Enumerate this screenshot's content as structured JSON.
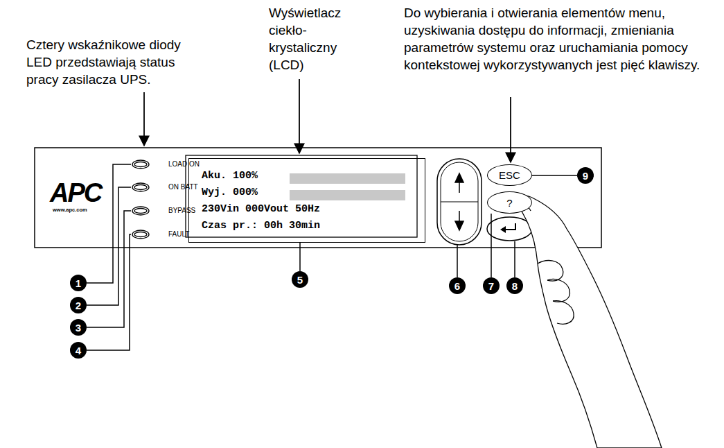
{
  "diagram": {
    "nodes": [
      {
        "text": [
          "Aku. 100%",
          "Wyj. 000%",
          "230Vin 000Vout 50Hz",
          "Czas pr.: 00h 30min"
        ]
      },
      {
        "text": [
          "ESC"
        ]
      },
      {
        "text": [
          "?"
        ]
      },
      {
        "text": [
          "1"
        ]
      },
      {
        "text": [
          "2"
        ]
      },
      {
        "text": [
          "3"
        ]
      },
      {
        "text": [
          "4"
        ]
      },
      {
        "text": [
          "5"
        ]
      },
      {
        "text": [
          "6"
        ]
      },
      {
        "text": [
          "7"
        ]
      },
      {
        "text": [
          "8"
        ]
      },
      {
        "text": [
          "9"
        ]
      }
    ],
    "edges": [
      {
        "from": 7,
        "to": 0,
        "arrow": "none"
      },
      {
        "from": 9,
        "to": 2,
        "arrow": "none"
      },
      {
        "from": 11,
        "to": 1,
        "arrow": "none"
      }
    ],
    "labels": [
      "Cztery wskaźnikowe diody LED przedstawiają status pracy zasilacza UPS.",
      "Wyświetlacz ciekło- krystaliczny (LCD)",
      "Do wybierania i otwierania elementów menu, uzyskiwania dostępu do informacji, zmieniania parametrów systemu oraz uruchamiania pomocy kontekstowej wykorzystywanych jest pięć klawiszy.",
      "LOAD ON",
      "ON BATT",
      "BYPASS",
      "FAULT",
      "APC",
      "www.apc.com"
    ]
  }
}
